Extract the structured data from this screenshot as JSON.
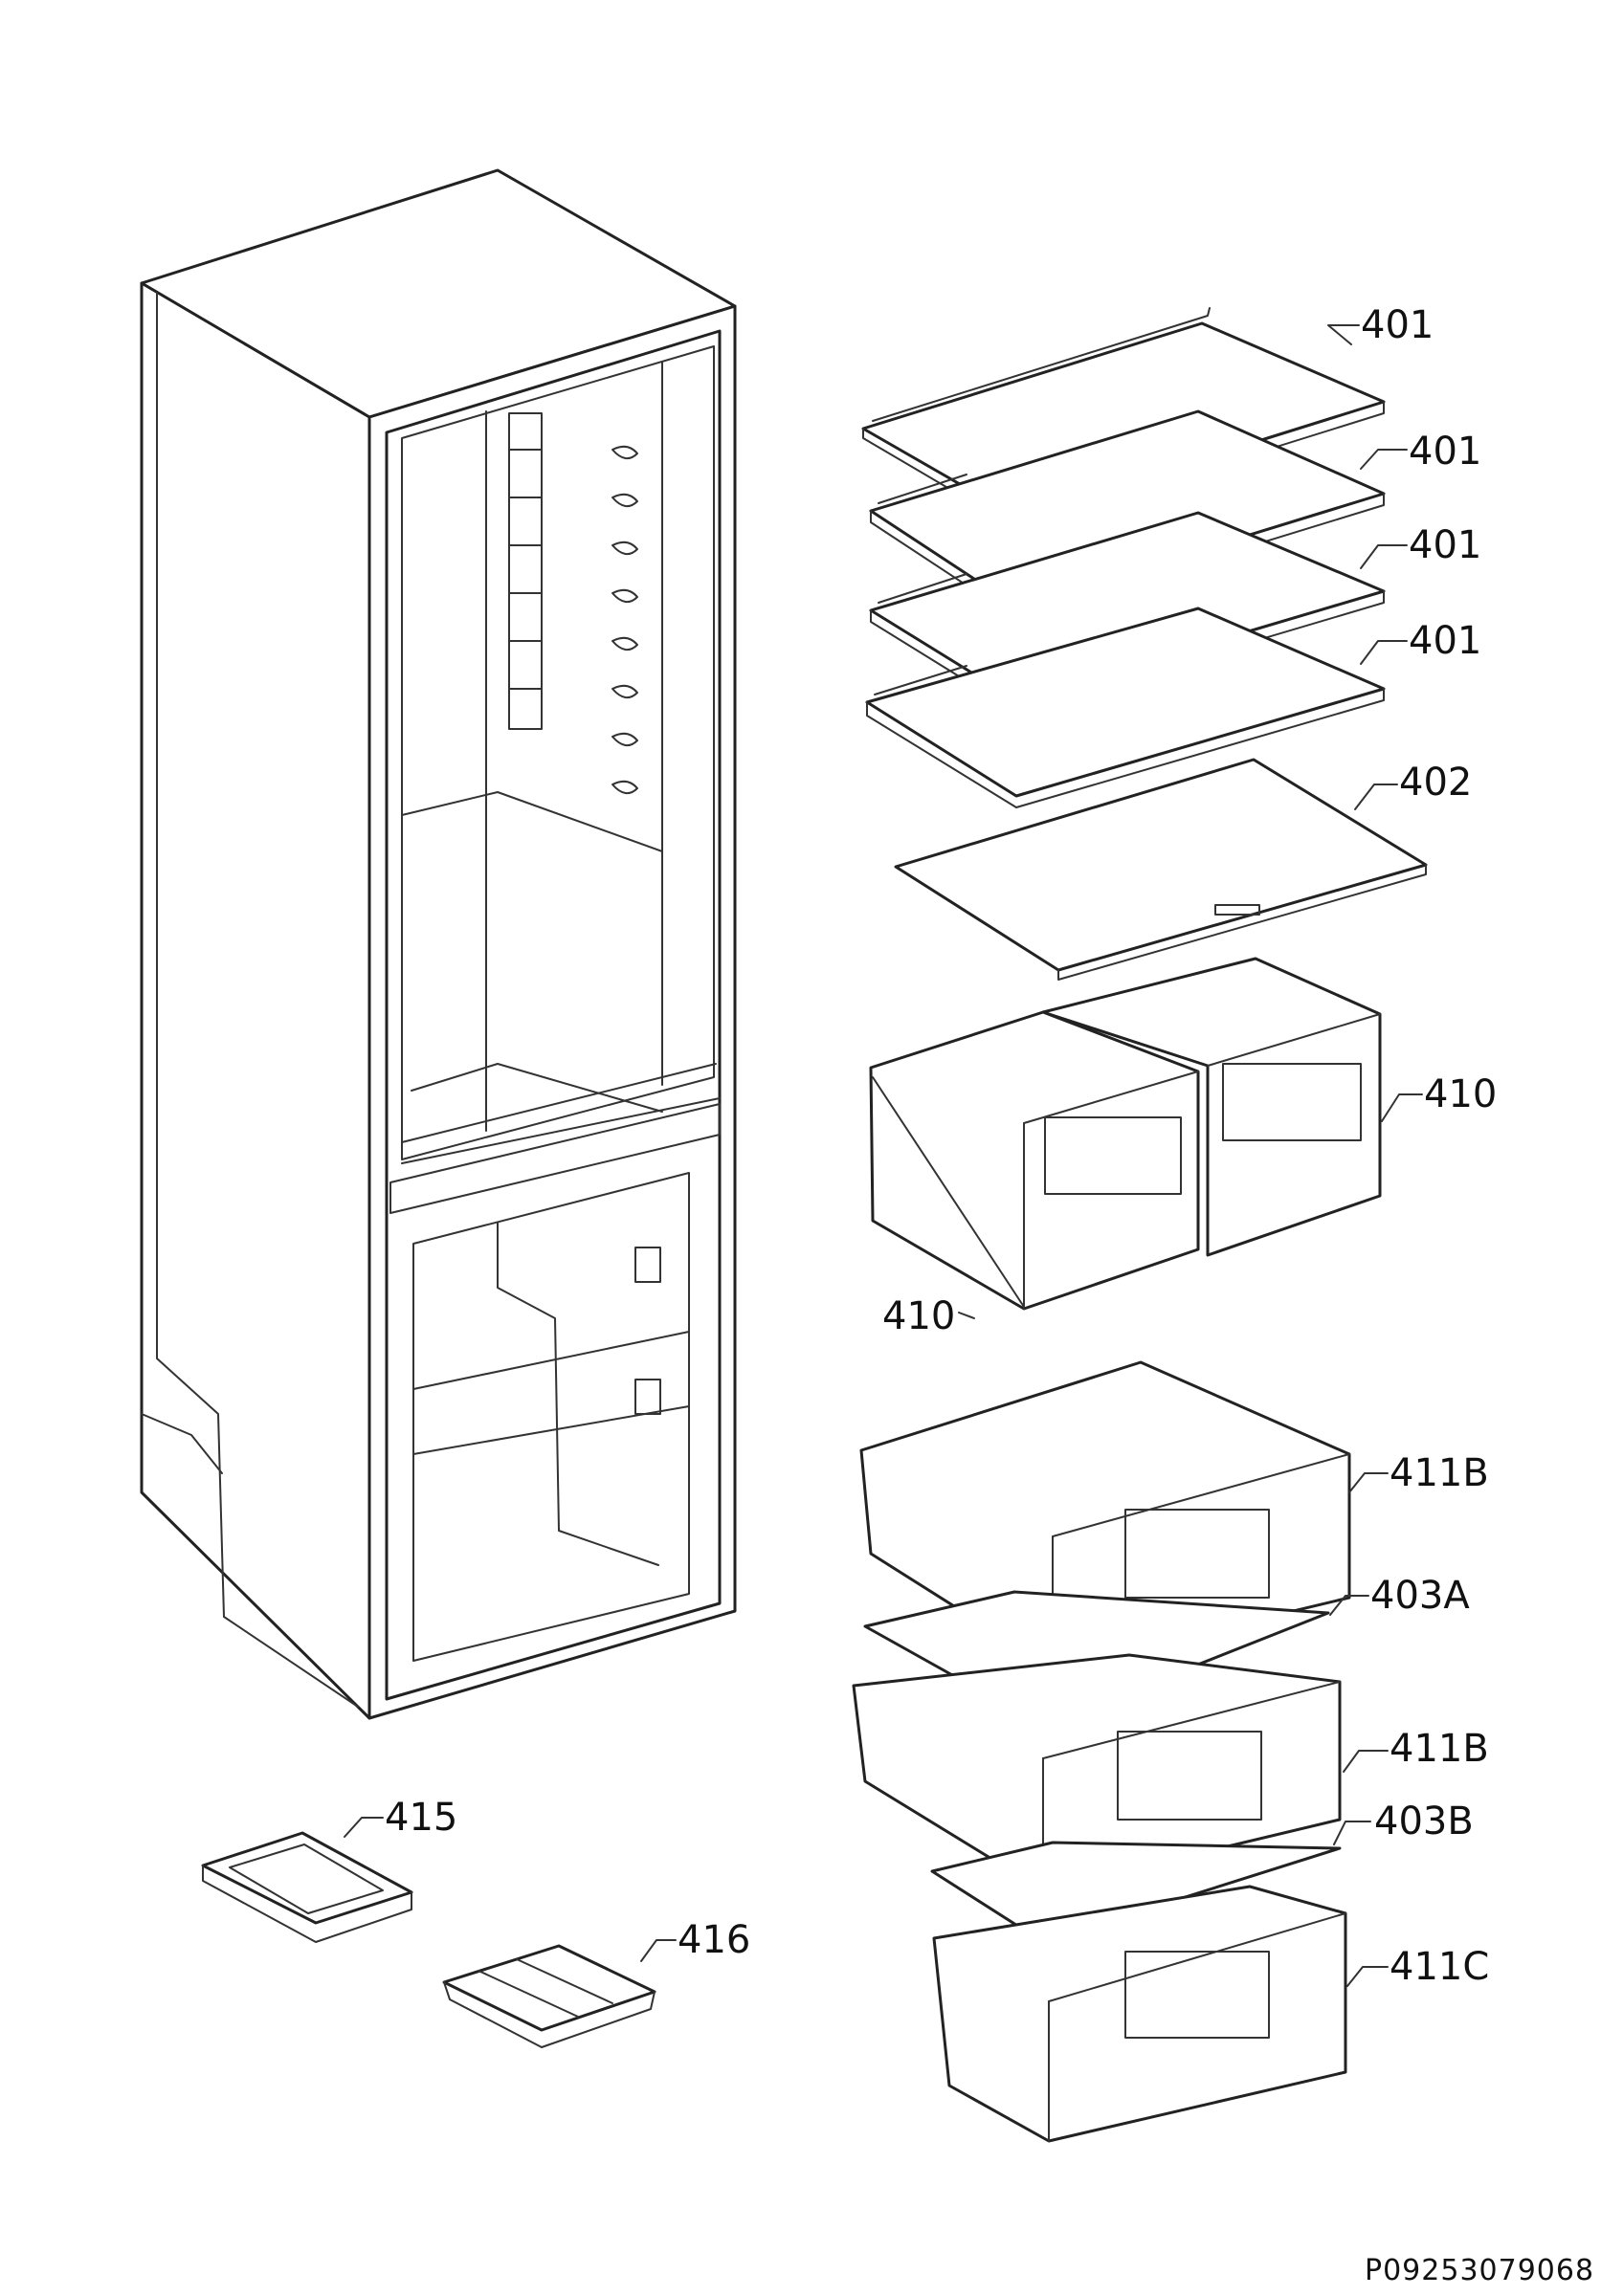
{
  "callouts": {
    "shelf_1": "401",
    "shelf_2": "401",
    "shelf_3": "401",
    "shelf_4": "401",
    "shelf_cover": "402",
    "crisper_right": "410",
    "crisper_left": "410",
    "drawer_top": "411B",
    "drawer_glass_a": "403A",
    "drawer_middle": "411B",
    "drawer_glass_b": "403B",
    "drawer_bottom": "411C",
    "ice_tray_cover": "415",
    "ice_tray": "416"
  },
  "document_number": "P09253079068"
}
